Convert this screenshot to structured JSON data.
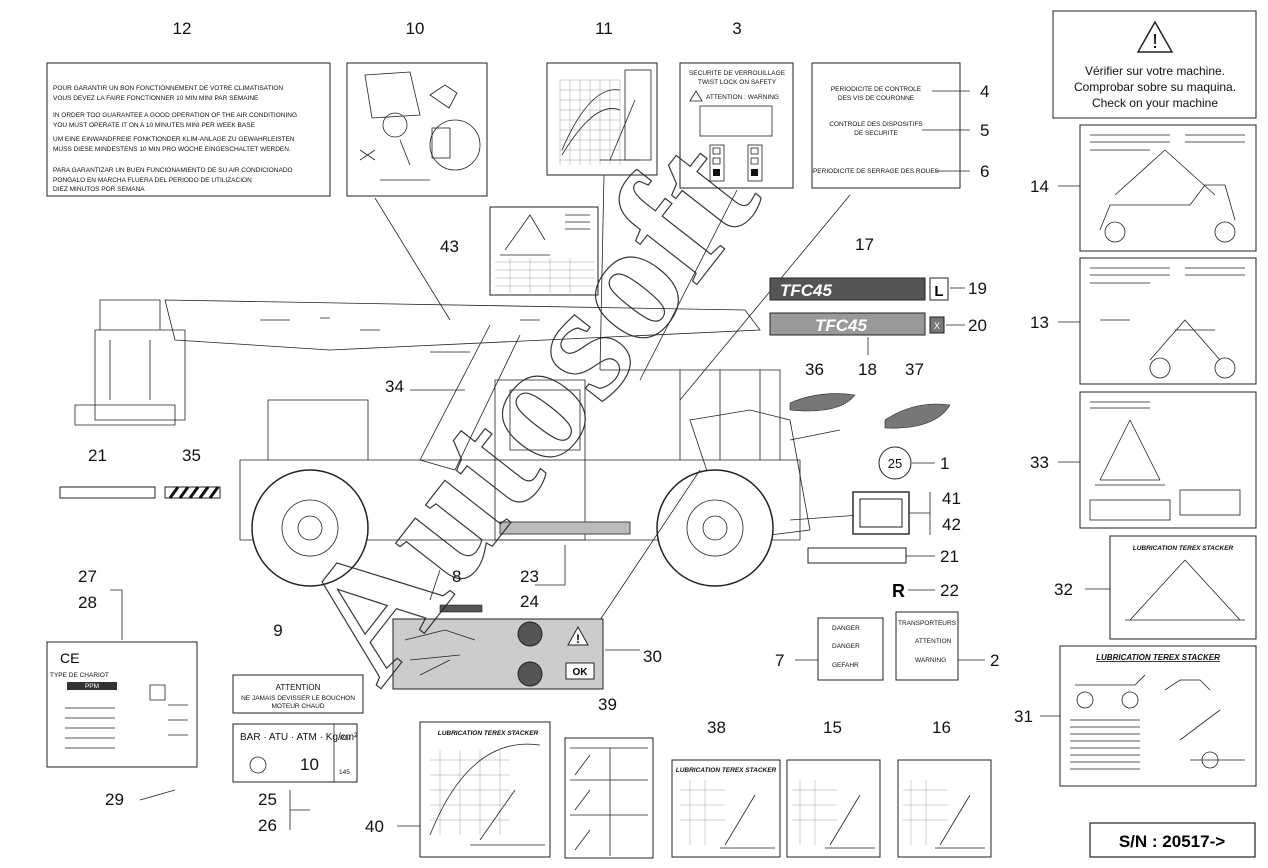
{
  "callouts": [
    "12",
    "10",
    "11",
    "3",
    "4",
    "5",
    "6",
    "17",
    "19",
    "18",
    "20",
    "36",
    "37",
    "34",
    "25",
    "1",
    "41",
    "42",
    "21",
    "22",
    "35",
    "43",
    "23",
    "24",
    "8",
    "9",
    "27",
    "28",
    "29",
    "26",
    "30",
    "7",
    "2",
    "40",
    "39",
    "38",
    "15",
    "16",
    "14",
    "13",
    "33",
    "32",
    "31"
  ],
  "label12": [
    "POUR GARANTIR UN BON FONCTIONNEMENT DE VOTRE CLIMATISATION",
    "VOUS DEVEZ LA FAIRE FONCTIONNER 10 MIN MINI PAR SEMAINE",
    "IN ORDER TOO GUARANTEE A GOOD OPERATION OF THE AIR CONDITIONING",
    "YOU MUST OPERATE IT ON A 10 MINUTES MINI PER WEEK BASE",
    "UM EINE EINWANDFREIE FONKTIONDER KLIM-ANLAGE ZU GEWAHRLEISTEN",
    "MUSS DIESE MINDESTENS 10 MIN PRO WOCHE EINGESCHALTET WERDEN.",
    "PARA GARANTIZAR UN BUEN FUNCIONAMIENTO DE SU AIR CONDICIONADO",
    "PONGALO EN MARCHA FLUERA DEL PERIODO DE UTILIZACION",
    "DIEZ MINUTOS POR SEMANA"
  ],
  "label3": {
    "line1": "SECURITE DE VERROUILLAGE",
    "line2": "TWIST LOCK ON SAFETY",
    "line3": "ATTENTION : WARNING"
  },
  "label456": {
    "l4a": "PERIODICITE DE CONTROLE",
    "l4b": "DES VIS DE COURONNE",
    "l5a": "CONTROLE DES DISPOSITIFS",
    "l5b": "DE SECURITE",
    "l6": "PERIODICITE DE SERRAGE DES ROUES"
  },
  "verify": {
    "l1": "Vérifier sur votre machine.",
    "l2": "Comprobar sobre su maquina.",
    "l3": "Check on your machine"
  },
  "decal17": "TFC45",
  "decal19": "L",
  "decal18": "TFC45",
  "decal20": "X",
  "circle25": "25",
  "decal22": "R",
  "label9": {
    "title": "ATTENTION",
    "l1": "NE JAMAIS DEVISSER LE BOUCHON",
    "l2": "MOTEUR CHAUD"
  },
  "label25": {
    "units": "BAR · ATU · ATM · Kg/cm²",
    "psi": "PSI",
    "value": "10",
    "psiv": "145"
  },
  "plate27": {
    "ce": "CE",
    "type": "TYPE DE CHARIOT",
    "brand": "PPM"
  },
  "label30": {
    "ok": "OK"
  },
  "label7": {
    "d1": "DANGER",
    "d2": "DANGER",
    "d3": "GEFAHR"
  },
  "label2": {
    "title": "TRANSPORTEURS",
    "a": "ATTENTION",
    "w": "WARNING"
  },
  "label40": {
    "title": "LUBRICATION TEREX STACKER"
  },
  "label38": {
    "title": "LUBRICATION TEREX STACKER"
  },
  "label32": {
    "title": "LUBRICATION TEREX STACKER"
  },
  "label31": {
    "title": "LUBRICATION TEREX STACKER"
  },
  "serial": "S/N :   20517->",
  "watermark": "Autosoft"
}
